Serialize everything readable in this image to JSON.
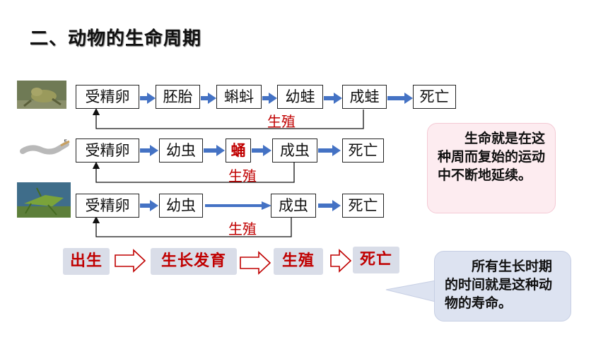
{
  "title": "二、动物的生命周期",
  "rows": [
    {
      "stages": [
        "受精卵",
        "胚胎",
        "蝌蚪",
        "幼蛙",
        "成蛙",
        "死亡"
      ],
      "loop_label": "生殖"
    },
    {
      "stages": [
        "受精卵",
        "幼虫",
        "蛹",
        "成虫",
        "死亡"
      ],
      "loop_label": "生殖"
    },
    {
      "stages": [
        "受精卵",
        "幼虫",
        "成虫",
        "死亡"
      ],
      "loop_label": "生殖"
    }
  ],
  "stages_summary": [
    "出生",
    "生长发育",
    "生殖",
    "死亡"
  ],
  "notes": {
    "cycle": "生命就是在这种周而复始的运动中不断地延续。",
    "lifespan": "所有生长时期的时间就是这种动物的寿命。"
  },
  "images": {
    "frog": "frog-photo",
    "silkworm": "silkworm-photo",
    "locust": "locust-photo"
  },
  "colors": {
    "arrow": "#4472c4",
    "red": "#c00000",
    "stage_bg": "#d9dde8"
  }
}
